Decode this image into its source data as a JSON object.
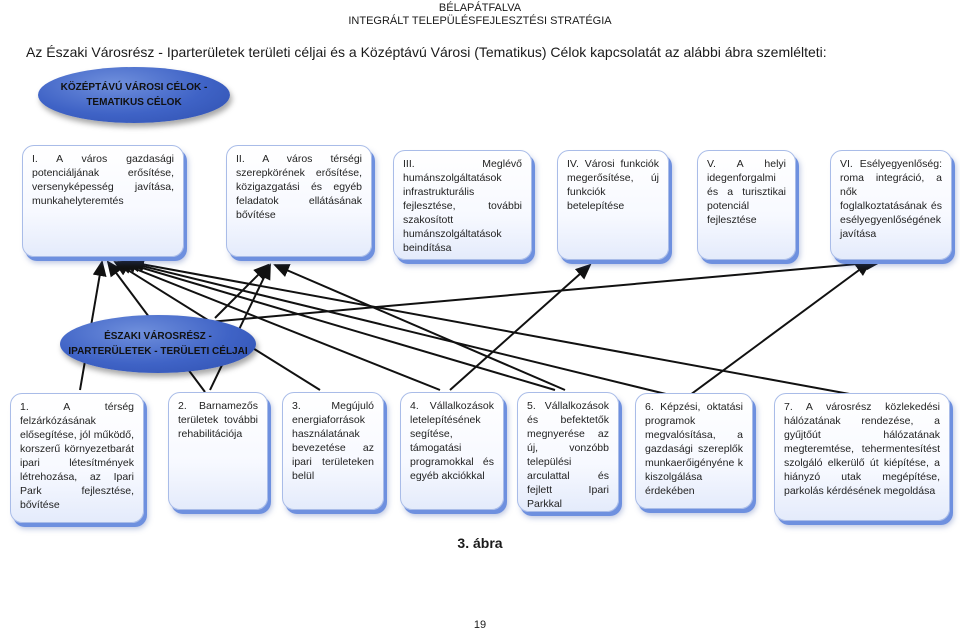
{
  "header": {
    "line1": "BÉLAPÁTFALVA",
    "line2": "INTEGRÁLT TELEPÜLÉSFEJLESZTÉSI STRATÉGIA"
  },
  "intro": "Az Északi Városrész - Iparterületek területi céljai és a Középtávú Városi (Tematikus) Célok kapcsolatát az alábbi ábra szemlélteti:",
  "top_ellipse": {
    "line1": "KÖZÉPTÁVÚ VÁROSI CÉLOK -",
    "line2": "TEMATIKUS CÉLOK"
  },
  "mid_ellipse": {
    "line1": "ÉSZAKI VÁROSRÉSZ -",
    "line2": "IPARTERÜLETEK - TERÜLETI CÉLJAI"
  },
  "thematic_goals": [
    {
      "text": "I. A város gazdasági potenciáljának erősítése, versenyképesség javítása, munkahelyteremtés"
    },
    {
      "text": "II. A város térségi szerepkörének erősítése, közigazgatási és egyéb feladatok ellátásának bővítése"
    },
    {
      "text": "III. Meglévő humánszolgáltatások infrastrukturális fejlesztése, további szakosított humánszolgáltatások beindítása"
    },
    {
      "text": "IV. Városi funkciók megerősítése, új funkciók betelepítése"
    },
    {
      "text": "V. A helyi idegenforgalmi és a turisztikai potenciál fejlesztése"
    },
    {
      "text": "VI. Esélyegyenlőség: roma integráció, a nők foglalkoztatásának és esélyegyenlőségének javítása"
    }
  ],
  "area_goals": [
    {
      "text": "1. A térség felzárkózásának elősegítése, jól működő, korszerű környezetbarát ipari létesítmények létrehozása, az Ipari Park fejlesztése, bővítése"
    },
    {
      "text": "2. Barnamezős területek további rehabilitációja"
    },
    {
      "text": "3. Megújuló energiaforrások használatának bevezetése az ipari területeken belül"
    },
    {
      "text": "4. Vállalkozások letelepítésének segítése, támogatási programokkal és egyéb akciókkal"
    },
    {
      "text": "5. Vállalkozások és befektetők megnyerése az új, vonzóbb települési arculattal és fejlett Ipari Parkkal"
    },
    {
      "text": "6. Képzési, oktatási programok megvalósítása, a gazdasági szereplők munkaerőigényéne k kiszolgálása érdekében"
    },
    {
      "text": "7. A városrész közlekedési hálózatának rendezése, a gyűjtőút hálózatának megteremtése, tehermentesítést szolgáló elkerülő út kiépítése, a hiányzó utak megépítése, parkolás kérdésének megoldása"
    }
  ],
  "caption": "3. ábra",
  "page_number": "19"
}
